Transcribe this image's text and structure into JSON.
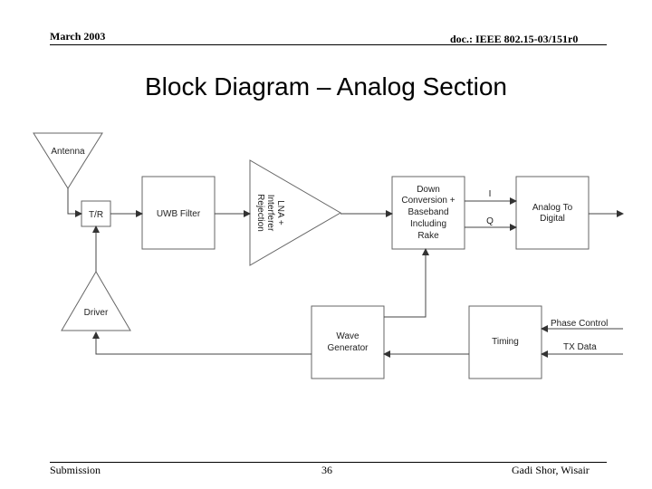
{
  "header": {
    "date": "March 2003",
    "doc": "doc.: IEEE 802.15-03/151r0"
  },
  "title": "Block Diagram – Analog Section",
  "blocks": {
    "antenna": "Antenna",
    "tr": "T/R",
    "uwb_filter": "UWB Filter",
    "lna": [
      "LNA +",
      "Interferer",
      "Rejection"
    ],
    "down_conversion": [
      "Down",
      "Conversion +",
      "Baseband",
      "Including",
      "Rake"
    ],
    "adc": [
      "Analog To",
      "Digital"
    ],
    "driver": "Driver",
    "wave_generator": [
      "Wave",
      "Generator"
    ],
    "timing": "Timing"
  },
  "signals": {
    "i": "I",
    "q": "Q",
    "phase_control": "Phase Control",
    "tx_data": "TX Data"
  },
  "footer": {
    "left": "Submission",
    "page": "36",
    "right": "Gadi Shor, Wisair"
  },
  "colors": {
    "line": "#555555",
    "box": "#666666",
    "text": "#000000"
  }
}
